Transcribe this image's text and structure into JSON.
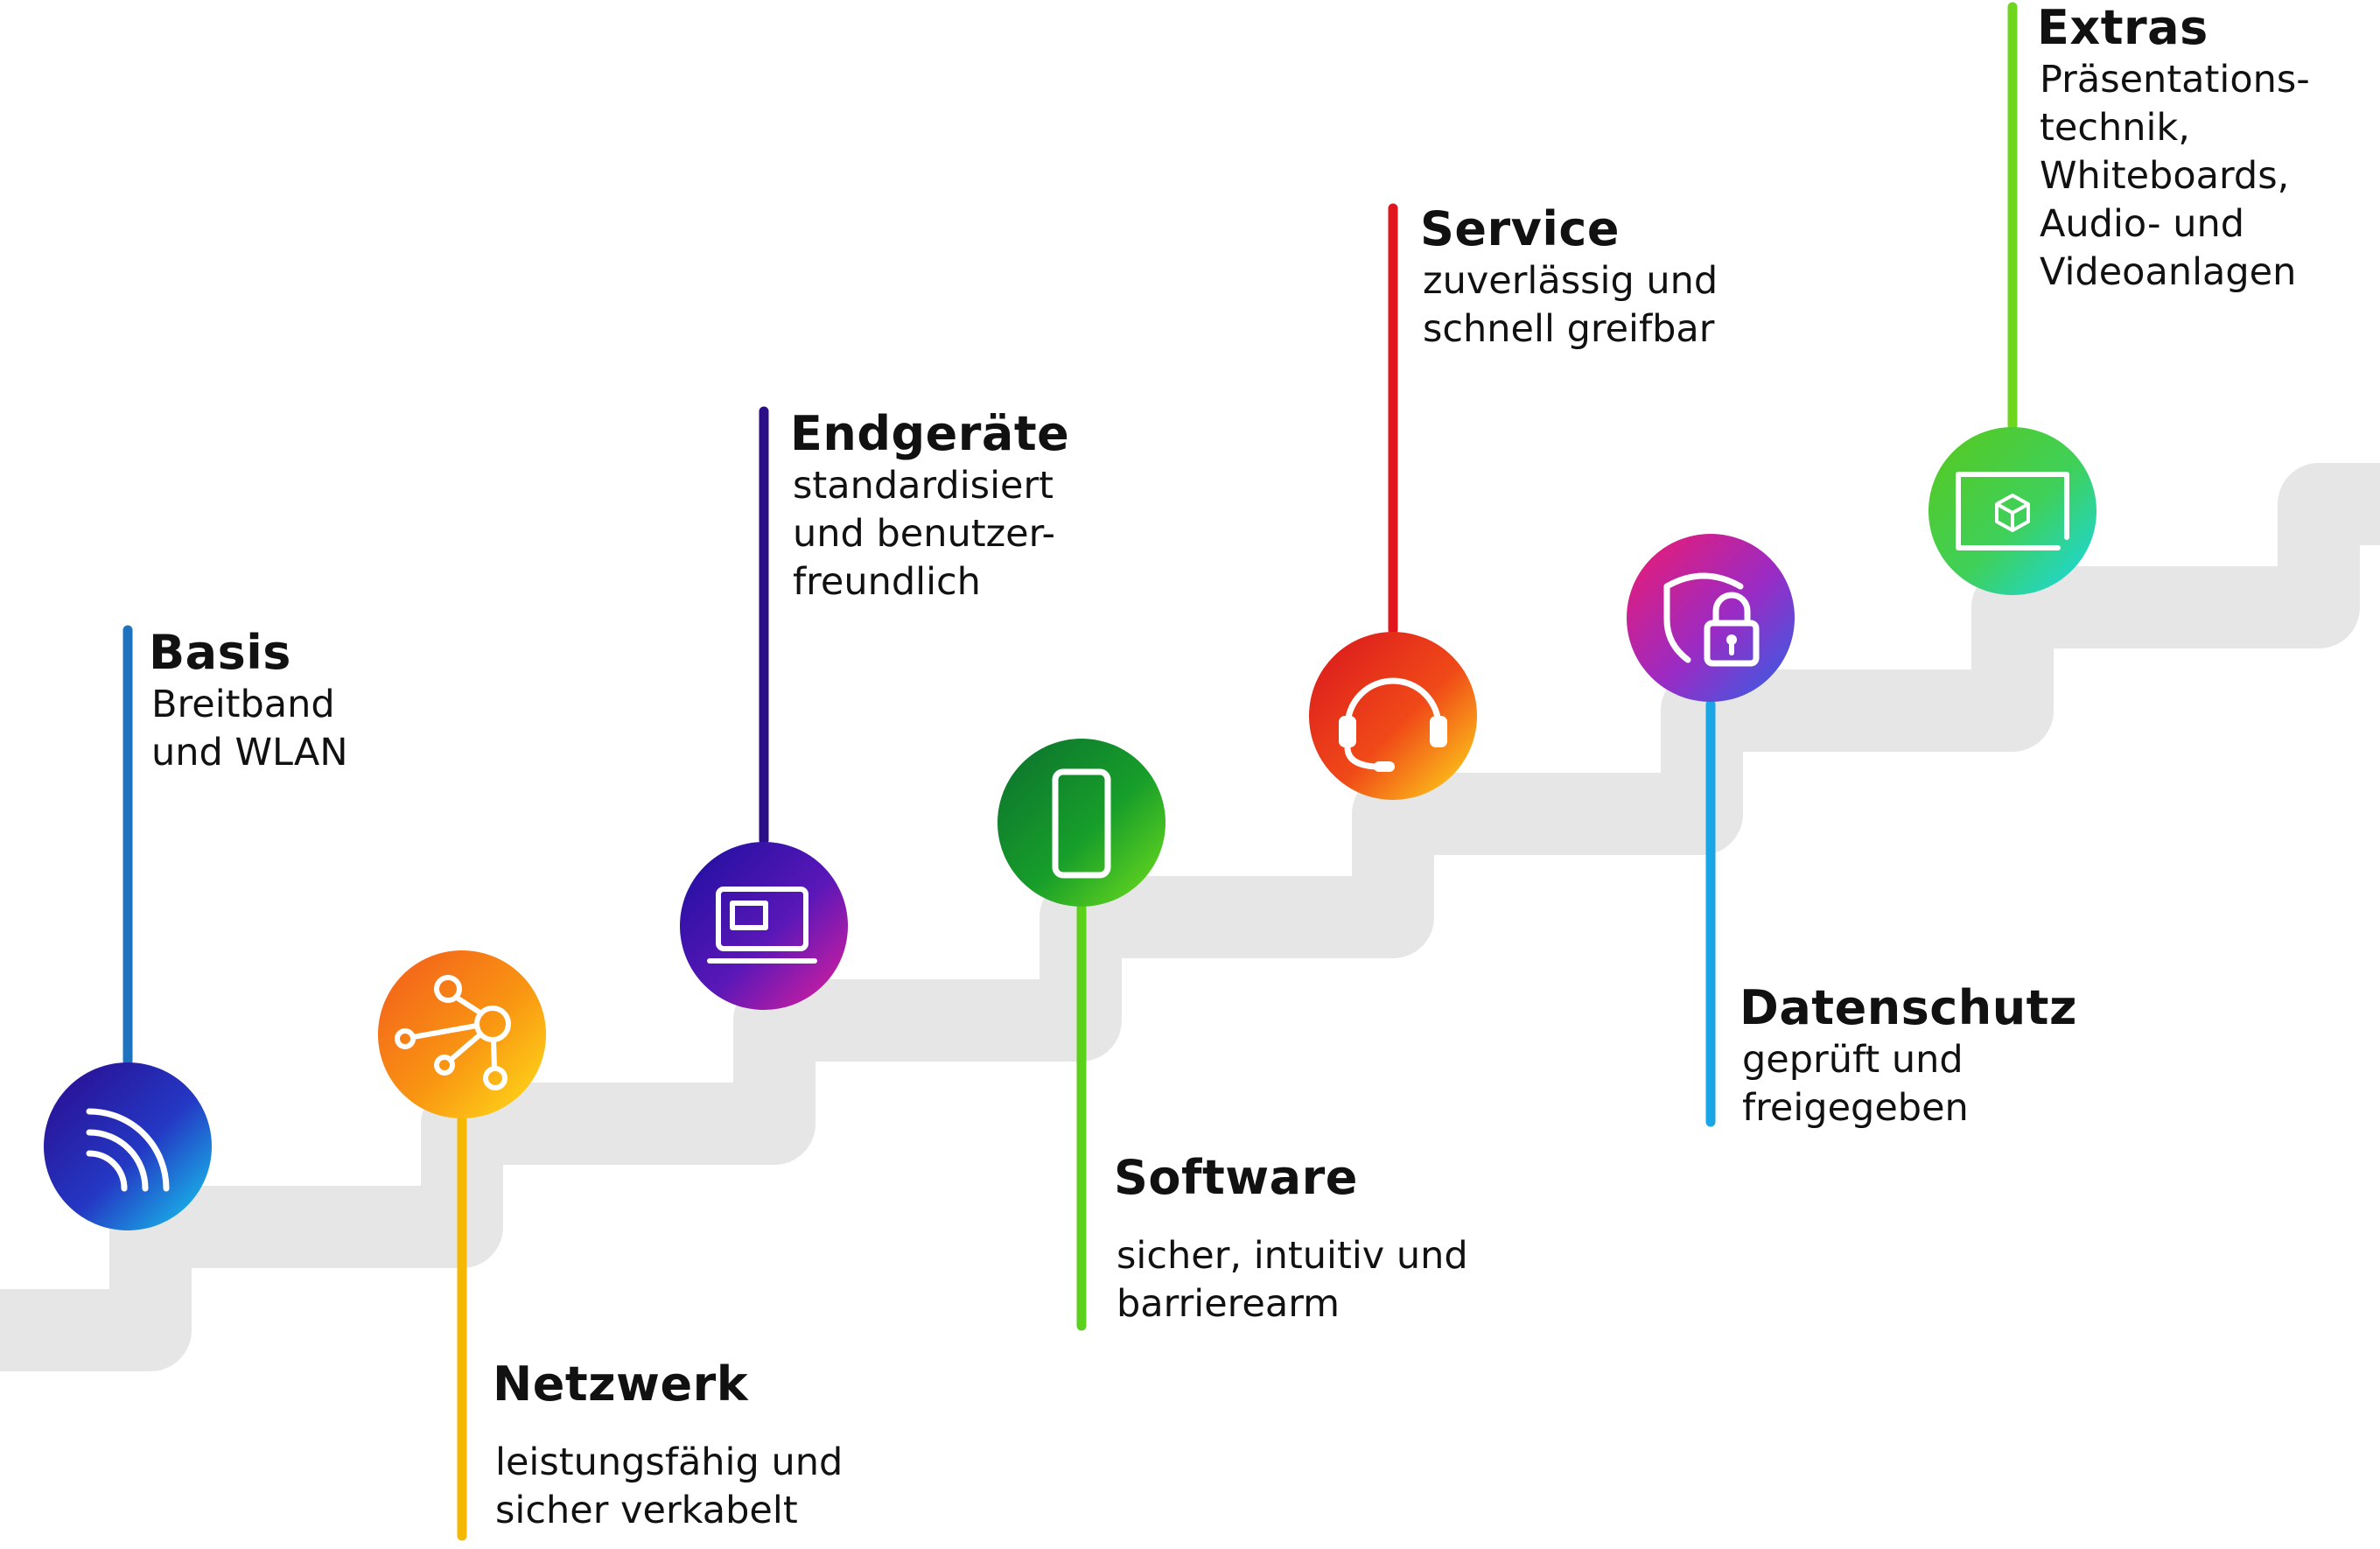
{
  "colors": {
    "stairs": "#e6e6e6",
    "text": "#111111"
  },
  "steps": [
    {
      "title": "Basis",
      "description": "Breitband\nund WLAN",
      "icon": "wifi-icon",
      "line_color": "#1e73be",
      "gradient": [
        "#2a0a8c",
        "#2438c4",
        "#15d4f0"
      ]
    },
    {
      "title": "Netzwerk",
      "description": "leistungsfähig und\nsicher verkabelt",
      "icon": "network-icon",
      "line_color": "#f5b800",
      "gradient": [
        "#f25a1c",
        "#f99512",
        "#ffe11a"
      ]
    },
    {
      "title": "Endgeräte",
      "description": "standardisiert\nund benutzer-\nfreundlich",
      "icon": "laptop-icon",
      "line_color": "#2a0f86",
      "gradient": [
        "#1b0f9e",
        "#5a17b8",
        "#e4209a"
      ]
    },
    {
      "title": "Software",
      "description": "sicher, intuitiv und\nbarrierearm",
      "icon": "smartphone-icon",
      "line_color": "#5bd11c",
      "gradient": [
        "#0b6f2e",
        "#179e2a",
        "#73e01d"
      ]
    },
    {
      "title": "Service",
      "description": "zuverlässig und\nschnell greifbar",
      "icon": "headset-icon",
      "line_color": "#e2141c",
      "gradient": [
        "#d9151e",
        "#f04a18",
        "#ffe11a"
      ]
    },
    {
      "title": "Datenschutz",
      "description": "geprüft und\nfreigegeben",
      "icon": "shield-lock-icon",
      "line_color": "#1aa6e6",
      "gradient": [
        "#f01a6e",
        "#9a2bc4",
        "#2d63e6"
      ]
    },
    {
      "title": "Extras",
      "description": "Präsentations-\ntechnik,\nWhiteboards,\nAudio- und\nVideoanlagen",
      "icon": "presentation-screen-icon",
      "line_color": "#6ed61c",
      "gradient": [
        "#58c81c",
        "#3fd05a",
        "#16d8ee"
      ]
    }
  ]
}
